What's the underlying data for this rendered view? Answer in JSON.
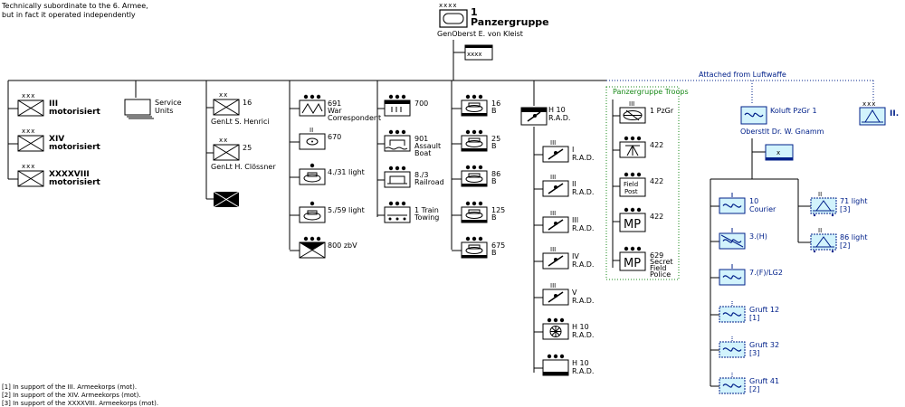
{
  "top_note": [
    "Technically subordinate to the 6. Armee,",
    "but in fact it operated independently"
  ],
  "hq": {
    "x_marks": "xxxx",
    "num": "1",
    "name": "Panzergruppe",
    "commander": "GenOberst  E. von Kleist",
    "staff_marks": "xxxx"
  },
  "luftwaffe_label": "Attached from Luftwaffe",
  "col1": [
    {
      "marks": "xxx",
      "line1": "III",
      "line2": "motorisiert"
    },
    {
      "marks": "xxx",
      "line1": "XIV",
      "line2": "motorisiert"
    },
    {
      "marks": "xxx",
      "line1": "XXXXVIII",
      "line2": "motorisiert"
    }
  ],
  "service": {
    "line1": "Service",
    "line2": "Units"
  },
  "col2": [
    {
      "marks": "xx",
      "num": "16",
      "cmd": "GenLt  S. Henrici"
    },
    {
      "marks": "xx",
      "num": "25",
      "cmd": "GenLt  H. Clössner"
    }
  ],
  "col3": [
    {
      "num": "691",
      "l2": "War",
      "l3": "Correspondent"
    },
    {
      "num": "670"
    },
    {
      "num": "4./31 light"
    },
    {
      "num": "5./59 light"
    },
    {
      "num": "800 zbV"
    }
  ],
  "col4": [
    {
      "num": "700"
    },
    {
      "num": "901",
      "l2": "Assault",
      "l3": "Boat"
    },
    {
      "num": "8./3",
      "l2": "Railroad"
    },
    {
      "num": "1 Train",
      "l2": "Towing"
    }
  ],
  "col5": [
    {
      "num": "16",
      "l2": "B"
    },
    {
      "num": "25",
      "l2": "B"
    },
    {
      "num": "86",
      "l2": "B"
    },
    {
      "num": "125",
      "l2": "B"
    },
    {
      "num": "675",
      "l2": "B"
    }
  ],
  "rad_hq": {
    "num": "H 10",
    "l2": "R.A.D."
  },
  "rad": [
    {
      "num": "I",
      "l2": "R.A.D."
    },
    {
      "num": "II",
      "l2": "R.A.D."
    },
    {
      "num": "III",
      "l2": "R.A.D."
    },
    {
      "num": "IV",
      "l2": "R.A.D."
    },
    {
      "num": "V",
      "l2": "R.A.D."
    },
    {
      "num": "H 10",
      "l2": "R.A.D."
    },
    {
      "num": "H 10",
      "l2": "R.A.D."
    }
  ],
  "troops": {
    "title": "Panzergruppe Troops",
    "units": [
      {
        "num": "1 PzGr"
      },
      {
        "num": "422"
      },
      {
        "num": "422",
        "inner1": "Field",
        "inner2": "Post"
      },
      {
        "num": "422",
        "inner1": "MP"
      },
      {
        "num": "629",
        "l2": "Secret",
        "l3": "Field",
        "l4": "Police",
        "inner1": "MP"
      }
    ]
  },
  "koluft": {
    "num": "Koluft PzGr 1",
    "cmd": "Oberstlt  Dr. W. Gnamm"
  },
  "luft_right": {
    "marks": "xxx",
    "num": "II."
  },
  "air_units": [
    {
      "num": "10",
      "l2": "Courier"
    },
    {
      "num": "3.(H)"
    },
    {
      "num": "7.(F)/LG2"
    },
    {
      "num": "Gruft 12",
      "l2": "[1]"
    },
    {
      "num": "Gruft 32",
      "l2": "[3]"
    },
    {
      "num": "Gruft 41",
      "l2": "[2]"
    }
  ],
  "flak_units": [
    {
      "num": "71 light",
      "l2": "[3]"
    },
    {
      "num": "86 light",
      "l2": "[2]"
    }
  ],
  "footnotes": [
    "[1] In support of the III. Armeekorps (mot).",
    "[2] In support of the XIV. Armeekorps (mot).",
    "[3] In support of the XXXXVIII. Armeekorps (mot)."
  ]
}
